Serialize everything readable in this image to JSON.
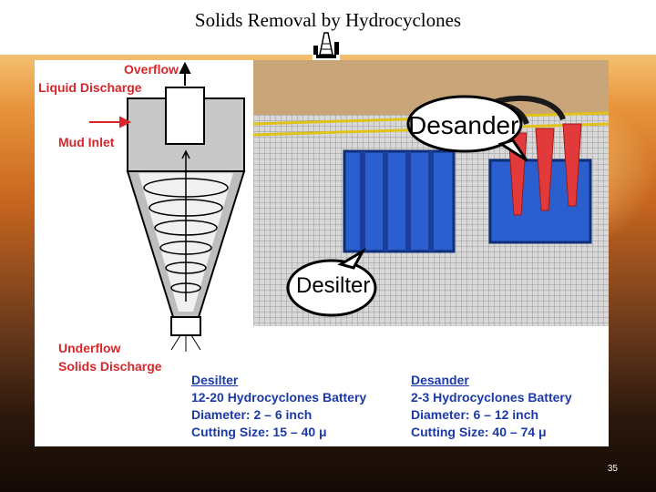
{
  "slide": {
    "title": "Solids Removal by Hydrocyclones",
    "page_number": "35"
  },
  "diagram": {
    "overflow": "Overflow",
    "liquid_discharge": "Liquid Discharge",
    "mud_inlet": "Mud Inlet",
    "underflow": "Underflow",
    "solids_discharge": "Solids Discharge"
  },
  "photo": {
    "desander_callout": "Desander",
    "desilter_callout": "Desilter"
  },
  "desilter": {
    "heading": "Desilter",
    "battery": "12-20 Hydrocyclones Battery",
    "diameter": "Diameter: 2 – 6 inch",
    "cutting_size": "Cutting Size: 15 – 40 μ"
  },
  "desander": {
    "heading": "Desander",
    "battery": "2-3 Hydrocyclones Battery",
    "diameter": "Diameter: 6 – 12 inch",
    "cutting_size": "Cutting Size: 40 – 74 μ"
  }
}
